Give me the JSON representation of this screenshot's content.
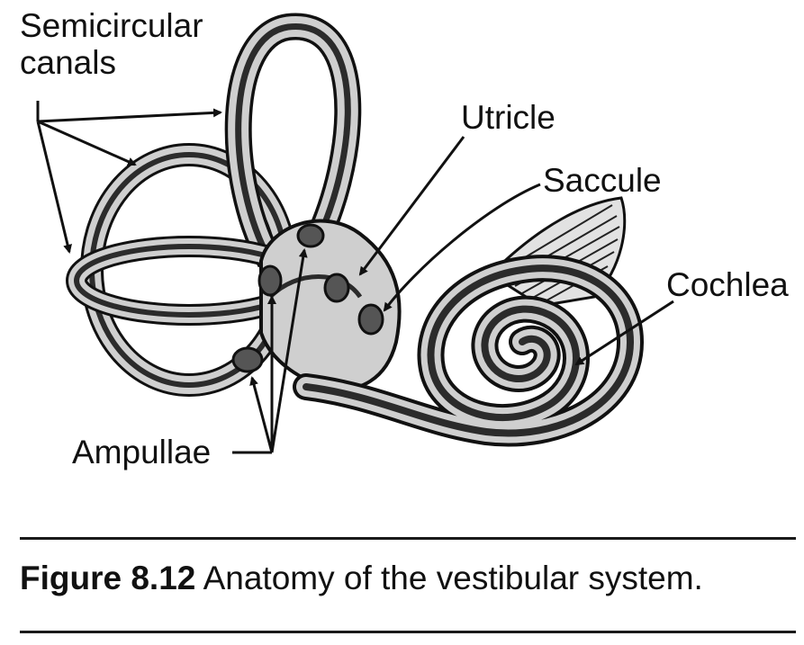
{
  "labels": {
    "semicircular_line1": "Semicircular",
    "semicircular_line2": "canals",
    "utricle": "Utricle",
    "saccule": "Saccule",
    "cochlea": "Cochlea",
    "ampullae": "Ampullae"
  },
  "caption": {
    "number": "Figure 8.12",
    "text": " Anatomy of the vestibular system."
  },
  "colors": {
    "line": "#111111",
    "fill_light": "#cfcfcf",
    "fill_mid": "#8f8f8f",
    "fill_dark": "#2b2b2b"
  }
}
